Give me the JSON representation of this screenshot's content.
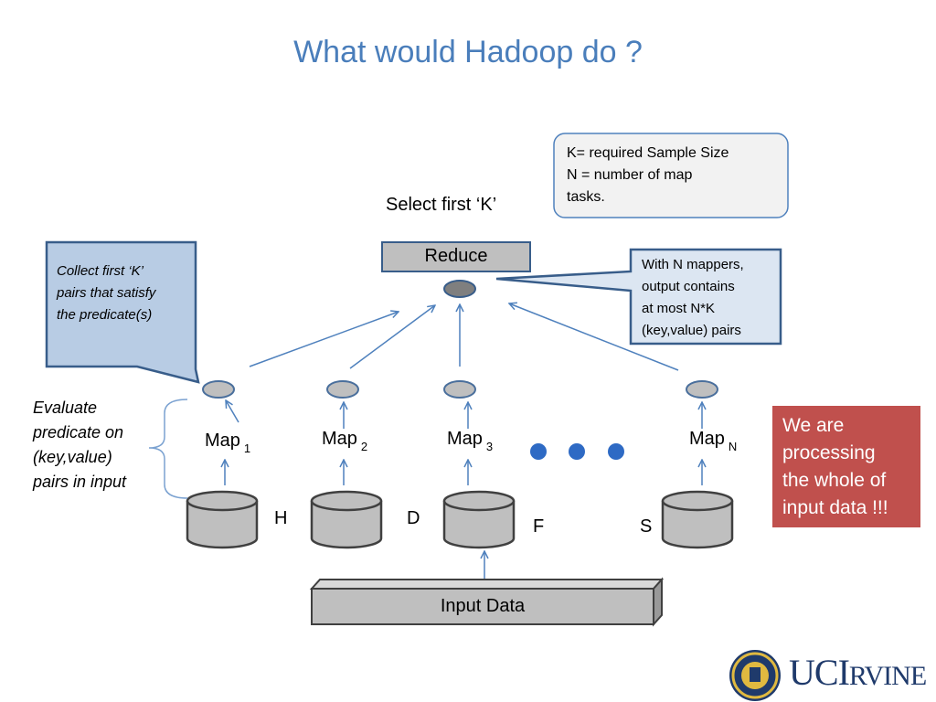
{
  "title": "What would Hadoop do ?",
  "note_box": {
    "lines": [
      "K= required Sample Size",
      "N = number of  map",
      "tasks."
    ]
  },
  "select_label": "Select first  ‘K’",
  "reduce_label": "Reduce",
  "left_callout": {
    "lines": [
      "Collect first  ‘K’",
      "pairs that satisfy",
      "the predicate(s)"
    ]
  },
  "right_callout": {
    "lines": [
      "With N mappers,",
      "output  contains",
      "at most N*K",
      "(key,value) pairs"
    ]
  },
  "evaluate_note": {
    "lines": [
      "Evaluate",
      "predicate on",
      "(key,value)",
      "pairs in input"
    ]
  },
  "maps": [
    {
      "label": "Map",
      "sub": "1",
      "letter": "H"
    },
    {
      "label": "Map",
      "sub": "2",
      "letter": "D"
    },
    {
      "label": "Map",
      "sub": "3",
      "letter": "F"
    },
    {
      "label": "Map",
      "sub": "N",
      "letter": "S"
    }
  ],
  "input_data_label": "Input Data",
  "red_note": {
    "lines": [
      "We are",
      "processing",
      "the whole of",
      "input data !!!"
    ]
  },
  "logo": {
    "text_a": "UCI",
    "text_b": "RVINE"
  },
  "colors": {
    "title": "#4a7ebb",
    "arrow": "#4f81bd",
    "cylinder_fill": "#bfbfbf",
    "callout_fill": "#b8cce4",
    "note_fill": "#f2f2f2",
    "red_box": "#c0504d",
    "box_border": "#385d8a"
  }
}
